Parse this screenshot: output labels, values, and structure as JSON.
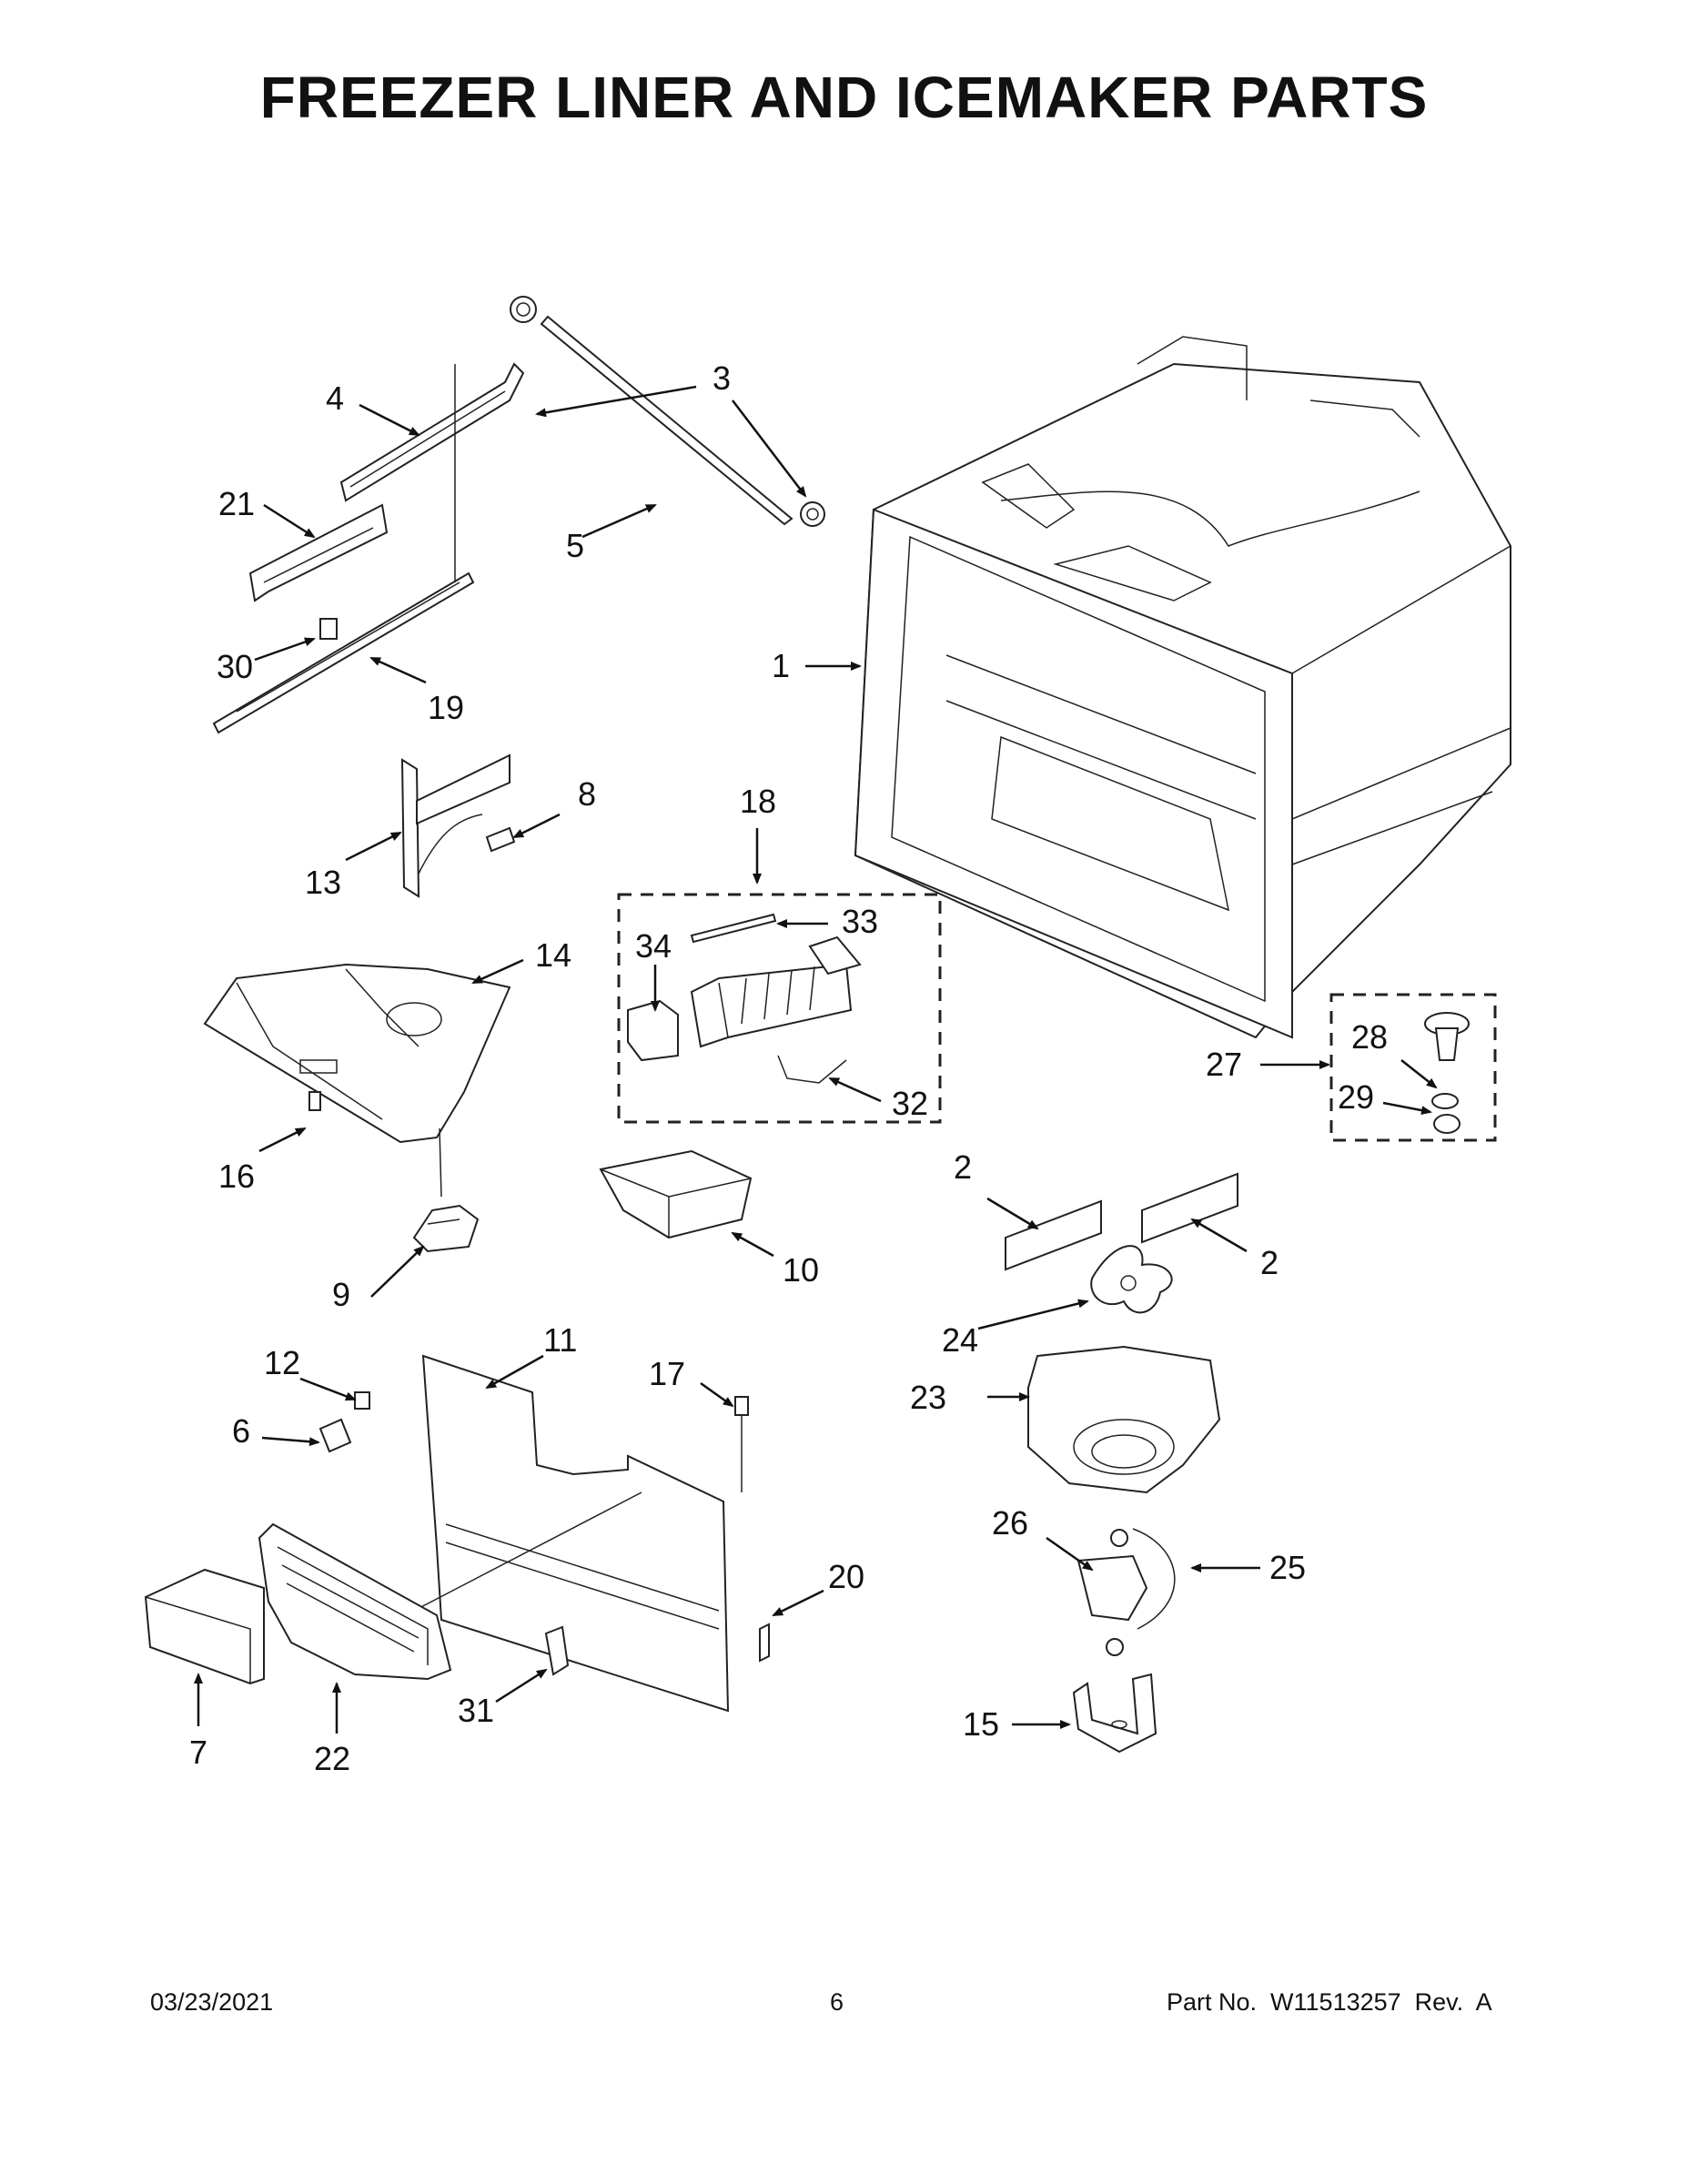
{
  "title": "FREEZER LINER AND ICEMAKER PARTS",
  "footer": {
    "date": "03/23/2021",
    "page": "6",
    "part_no": "Part No.  W11513257  Rev.  A"
  },
  "callouts": {
    "c1": "1",
    "c2a": "2",
    "c2b": "2",
    "c3": "3",
    "c4": "4",
    "c5": "5",
    "c6": "6",
    "c7": "7",
    "c8": "8",
    "c9": "9",
    "c10": "10",
    "c11": "11",
    "c12": "12",
    "c13": "13",
    "c14": "14",
    "c15": "15",
    "c16": "16",
    "c17": "17",
    "c18": "18",
    "c19": "19",
    "c20": "20",
    "c21": "21",
    "c22": "22",
    "c23": "23",
    "c24": "24",
    "c25": "25",
    "c26": "26",
    "c27": "27",
    "c28": "28",
    "c29": "29",
    "c30": "30",
    "c31": "31",
    "c32": "32",
    "c33": "33",
    "c34": "34"
  }
}
